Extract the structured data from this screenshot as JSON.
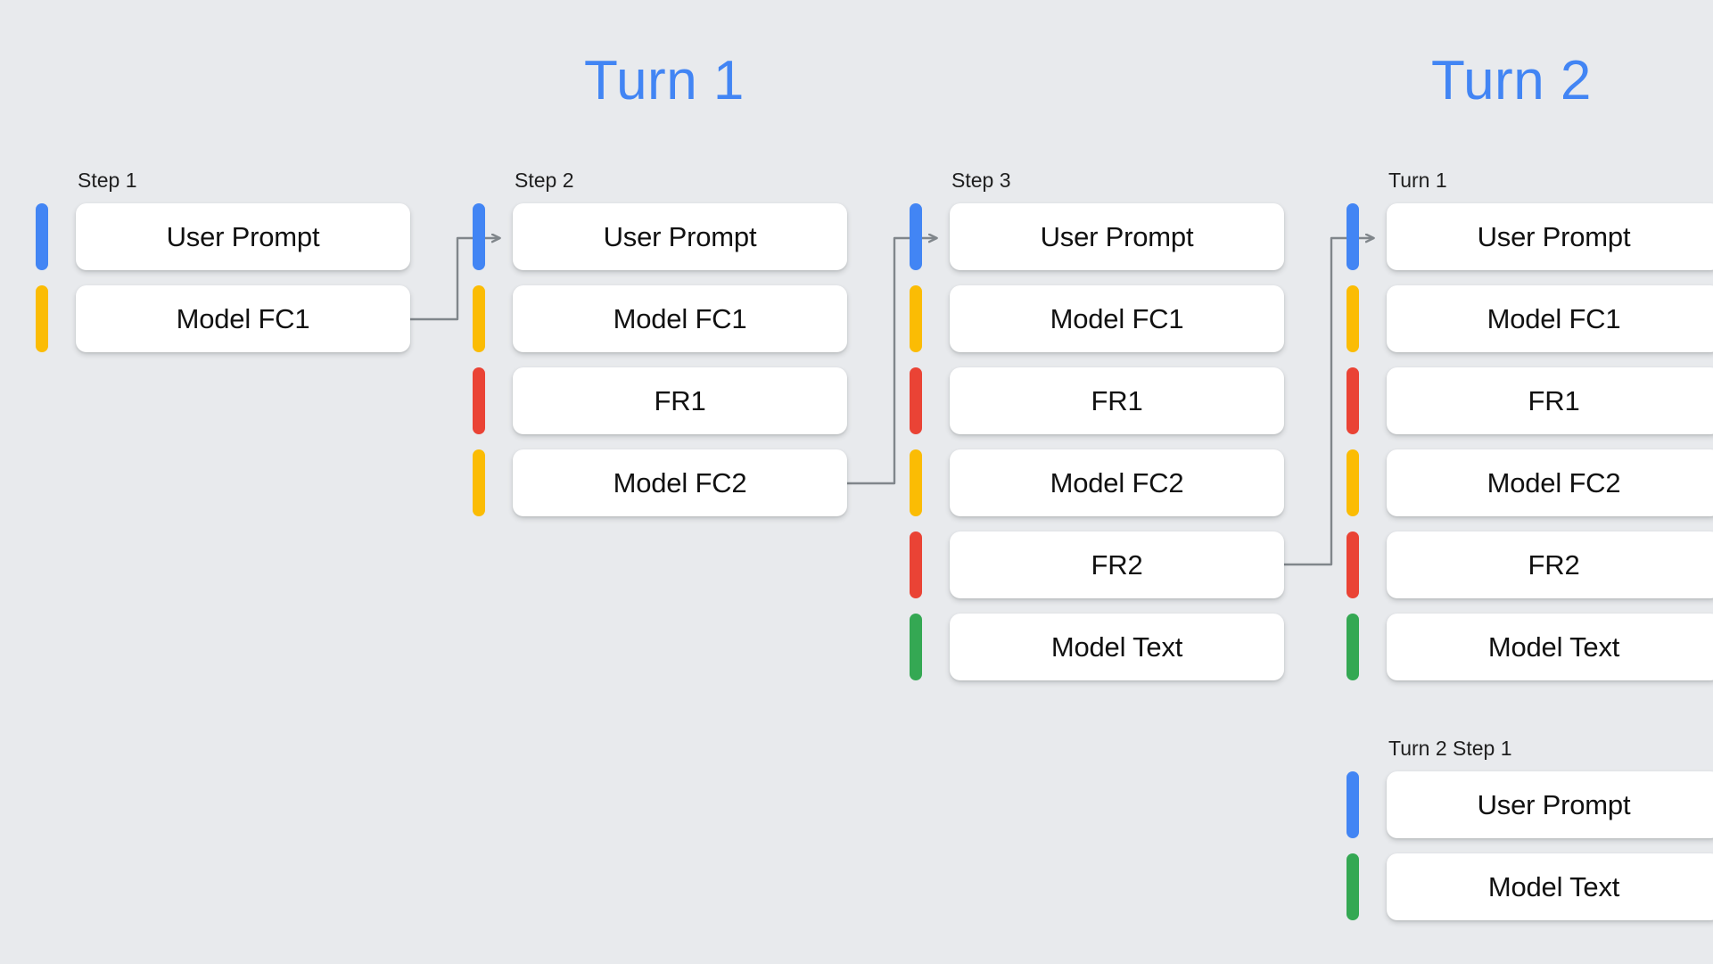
{
  "background_color": "#E8EAED",
  "headings": [
    {
      "id": "turn1",
      "label": "Turn 1",
      "color": "#4285F4"
    },
    {
      "id": "turn2",
      "label": "Turn 2",
      "color": "#4285F4"
    }
  ],
  "role_colors": {
    "user": "#4285F4",
    "model_function_call": "#FBBC04",
    "function_response": "#EA4335",
    "model_text": "#34A853"
  },
  "columns": [
    {
      "id": "step1",
      "label": "Step 1",
      "rows": [
        {
          "label": "User Prompt",
          "color": "blue"
        },
        {
          "label": "Model FC1",
          "color": "yellow"
        }
      ]
    },
    {
      "id": "step2",
      "label": "Step 2",
      "rows": [
        {
          "label": "User Prompt",
          "color": "blue"
        },
        {
          "label": "Model FC1",
          "color": "yellow"
        },
        {
          "label": "FR1",
          "color": "red"
        },
        {
          "label": "Model FC2",
          "color": "yellow"
        }
      ]
    },
    {
      "id": "step3",
      "label": "Step 3",
      "rows": [
        {
          "label": "User Prompt",
          "color": "blue"
        },
        {
          "label": "Model FC1",
          "color": "yellow"
        },
        {
          "label": "FR1",
          "color": "red"
        },
        {
          "label": "Model FC2",
          "color": "yellow"
        },
        {
          "label": "FR2",
          "color": "red"
        },
        {
          "label": "Model Text",
          "color": "green"
        }
      ]
    },
    {
      "id": "turn1",
      "label": "Turn 1",
      "rows": [
        {
          "label": "User Prompt",
          "color": "blue"
        },
        {
          "label": "Model FC1",
          "color": "yellow"
        },
        {
          "label": "FR1",
          "color": "red"
        },
        {
          "label": "Model FC2",
          "color": "yellow"
        },
        {
          "label": "FR2",
          "color": "red"
        },
        {
          "label": "Model Text",
          "color": "green"
        }
      ]
    },
    {
      "id": "turn2step1",
      "label": "Turn 2 Step 1",
      "rows": [
        {
          "label": "User Prompt",
          "color": "blue"
        },
        {
          "label": "Model Text",
          "color": "green"
        }
      ]
    }
  ],
  "connectors": [
    {
      "id": "step1-to-step2",
      "from": "step1.Model FC1",
      "to": "step2.User Prompt",
      "color": "#80868B"
    },
    {
      "id": "step2-to-step3",
      "from": "step2.Model FC2",
      "to": "step3.User Prompt",
      "color": "#80868B"
    },
    {
      "id": "step3-to-turn1",
      "from": "step3.FR2",
      "to": "turn1.User Prompt",
      "color": "#80868B"
    }
  ]
}
